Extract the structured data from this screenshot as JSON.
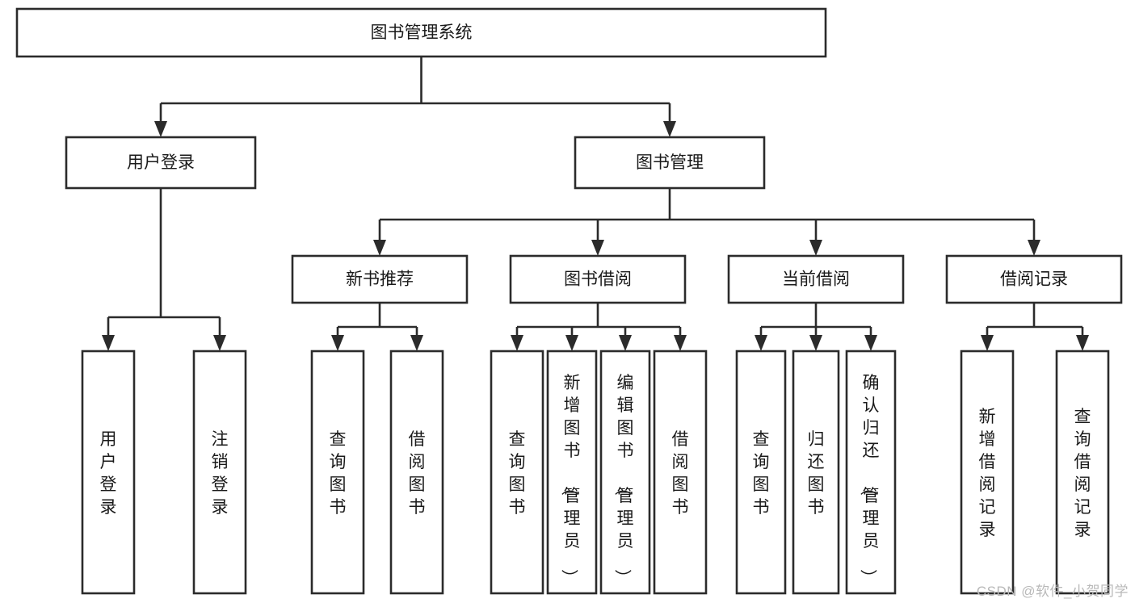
{
  "diagram": {
    "type": "tree-hierarchy-chart",
    "title": "图书管理系统",
    "orientation": "top-down",
    "colors": {
      "stroke": "#2b2b2b",
      "fill": "#ffffff",
      "text": "#1a1a1a",
      "background": "#ffffff",
      "watermark": "#b9b9b9"
    },
    "levels": [
      {
        "level": 1,
        "nodes": [
          {
            "id": "root",
            "label": "图书管理系统",
            "orientation": "horizontal"
          }
        ]
      },
      {
        "level": 2,
        "nodes": [
          {
            "id": "login",
            "label": "用户登录",
            "orientation": "horizontal",
            "parent": "root"
          },
          {
            "id": "bookmgmt",
            "label": "图书管理",
            "orientation": "horizontal",
            "parent": "root"
          }
        ]
      },
      {
        "level": 3,
        "nodes": [
          {
            "id": "newbook",
            "label": "新书推荐",
            "orientation": "horizontal",
            "parent": "bookmgmt"
          },
          {
            "id": "borrow",
            "label": "图书借阅",
            "orientation": "horizontal",
            "parent": "bookmgmt"
          },
          {
            "id": "current",
            "label": "当前借阅",
            "orientation": "horizontal",
            "parent": "bookmgmt"
          },
          {
            "id": "records",
            "label": "借阅记录",
            "orientation": "horizontal",
            "parent": "bookmgmt"
          }
        ]
      },
      {
        "level": 4,
        "nodes": [
          {
            "id": "leaf1",
            "label": "用户登录",
            "orientation": "vertical",
            "parent": "login"
          },
          {
            "id": "leaf2",
            "label": "注销登录",
            "orientation": "vertical",
            "parent": "login"
          },
          {
            "id": "leaf3",
            "label": "查询图书",
            "orientation": "vertical",
            "parent": "newbook"
          },
          {
            "id": "leaf4",
            "label": "借阅图书",
            "orientation": "vertical",
            "parent": "newbook"
          },
          {
            "id": "leaf5",
            "label": "查询图书",
            "orientation": "vertical",
            "parent": "borrow"
          },
          {
            "id": "leaf6",
            "label": "新增图书（管理员）",
            "orientation": "vertical",
            "parent": "borrow"
          },
          {
            "id": "leaf7",
            "label": "编辑图书（管理员）",
            "orientation": "vertical",
            "parent": "borrow"
          },
          {
            "id": "leaf8",
            "label": "借阅图书",
            "orientation": "vertical",
            "parent": "borrow"
          },
          {
            "id": "leaf9",
            "label": "查询图书",
            "orientation": "vertical",
            "parent": "current"
          },
          {
            "id": "leaf10",
            "label": "归还图书",
            "orientation": "vertical",
            "parent": "current"
          },
          {
            "id": "leaf11",
            "label": "确认归还（管理员）",
            "orientation": "vertical",
            "parent": "current"
          },
          {
            "id": "leaf12",
            "label": "新增借阅记录",
            "orientation": "vertical",
            "parent": "records"
          },
          {
            "id": "leaf13",
            "label": "查询借阅记录",
            "orientation": "vertical",
            "parent": "records"
          }
        ]
      }
    ]
  },
  "watermark": {
    "text": "CSDN @软件_小贺同学"
  }
}
